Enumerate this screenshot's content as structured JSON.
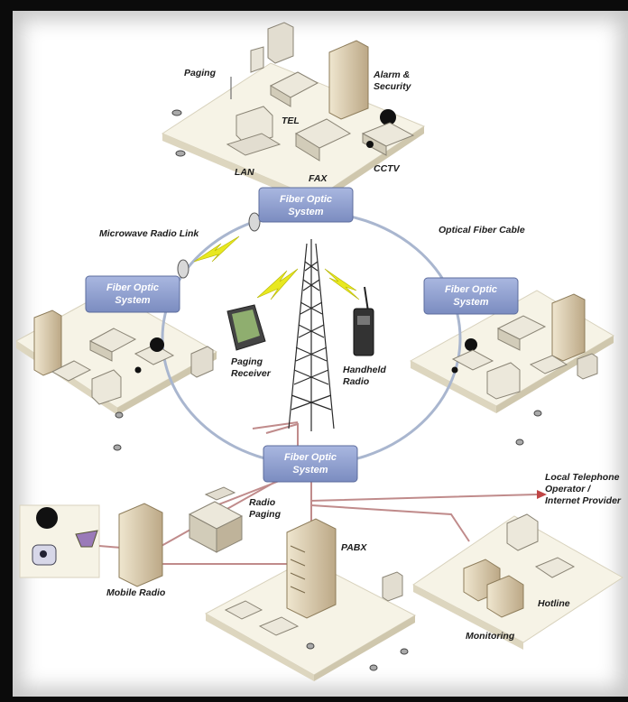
{
  "fiber_optic_system": [
    "Fiber Optic",
    "System"
  ],
  "labels": {
    "paging": "Paging",
    "alarm_security": [
      "Alarm &",
      "Security"
    ],
    "tel": "TEL",
    "lan": "LAN",
    "fax": "FAX",
    "cctv": "CCTV",
    "microwave_radio_link": "Microwave Radio Link",
    "optical_fiber_cable": "Optical Fiber Cable",
    "paging_receiver": [
      "Paging",
      "Receiver"
    ],
    "handheld_radio": [
      "Handheld",
      "Radio"
    ],
    "radio_paging": [
      "Radio",
      "Paging"
    ],
    "pabx": "PABX",
    "mobile_radio": "Mobile Radio",
    "hotline": "Hotline",
    "monitoring": "Monitoring",
    "local_operator": [
      "Local Telephone",
      "Operator /",
      "Internet Provider"
    ]
  },
  "colors": {
    "fos_box": "#8fa0cf",
    "ring": "#a9b6cf",
    "platform": "#f6f3e6",
    "link_line": "#c08b8b",
    "lightning": "#e8e820",
    "arrow": "#c04545"
  }
}
